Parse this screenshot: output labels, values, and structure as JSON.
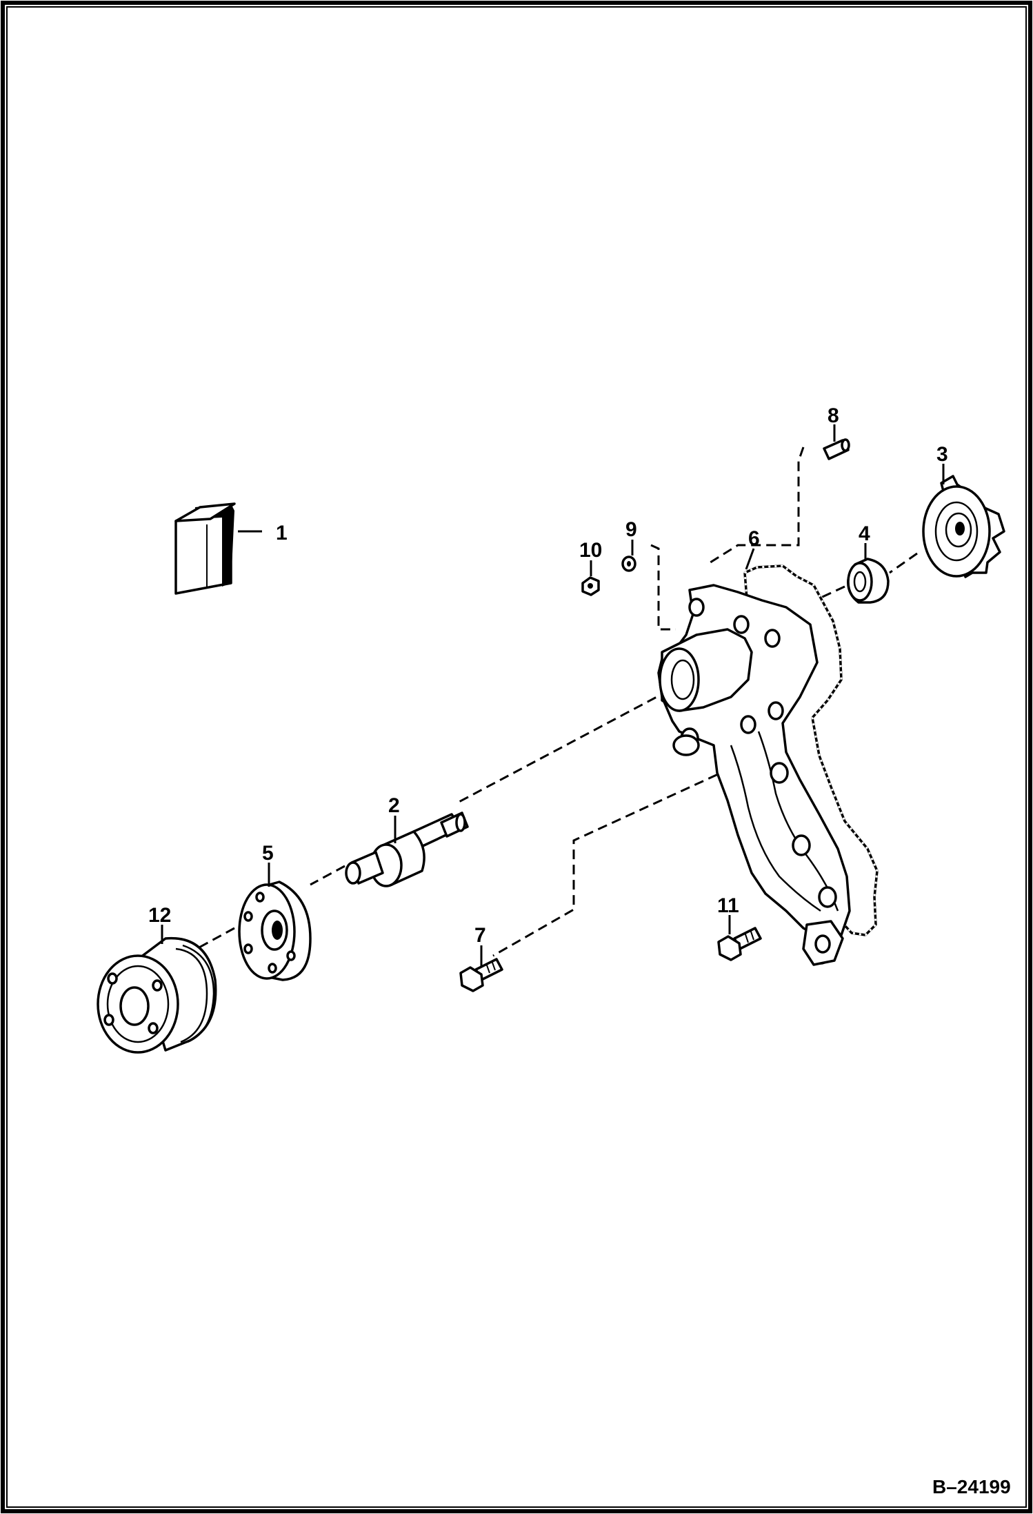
{
  "figure_id": "B–24199",
  "callouts": [
    {
      "id": "1",
      "label": "1"
    },
    {
      "id": "2",
      "label": "2"
    },
    {
      "id": "3",
      "label": "3"
    },
    {
      "id": "4",
      "label": "4"
    },
    {
      "id": "5",
      "label": "5"
    },
    {
      "id": "6",
      "label": "6"
    },
    {
      "id": "7",
      "label": "7"
    },
    {
      "id": "8",
      "label": "8"
    },
    {
      "id": "9",
      "label": "9"
    },
    {
      "id": "10",
      "label": "10"
    },
    {
      "id": "11",
      "label": "11"
    },
    {
      "id": "12",
      "label": "12"
    }
  ]
}
